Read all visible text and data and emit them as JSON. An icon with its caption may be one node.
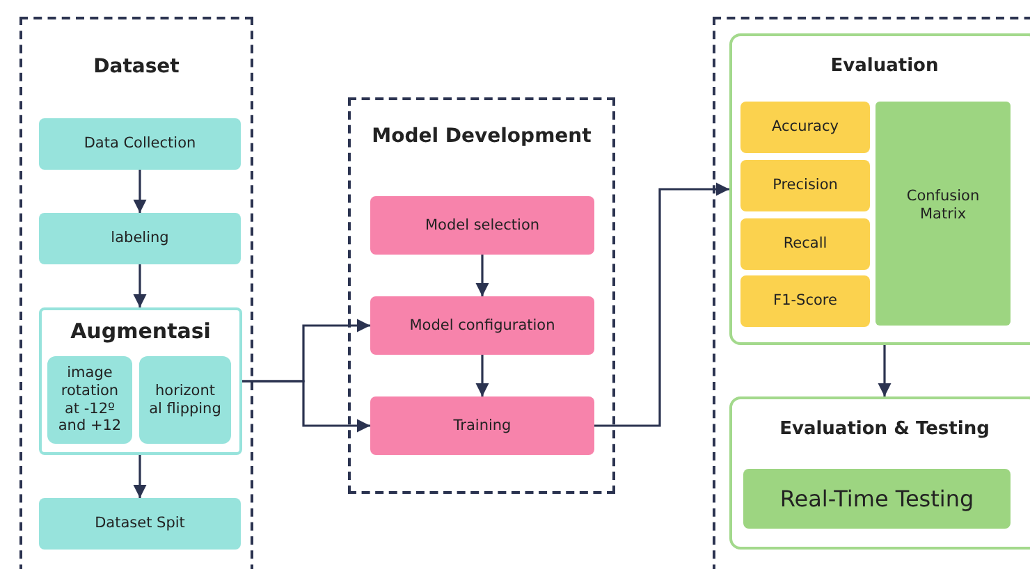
{
  "diagram": {
    "nodes": [
      {
        "text": [
          "Dataset"
        ]
      },
      {
        "text": [
          "Data Collection"
        ],
        "in": 0
      },
      {
        "text": [
          "labeling"
        ],
        "in": 0
      },
      {
        "text": [
          "Augmentasi"
        ],
        "in": 0
      },
      {
        "text": [
          "image rotation at -12º and +12"
        ],
        "in": 3
      },
      {
        "text": [
          "horizont al flipping"
        ],
        "in": 3
      },
      {
        "text": [
          "Dataset Spit"
        ],
        "in": 0
      },
      {
        "text": [
          "Model Development"
        ]
      },
      {
        "text": [
          "Model selection"
        ],
        "in": 7
      },
      {
        "text": [
          "Model configuration"
        ],
        "in": 7
      },
      {
        "text": [
          "Training"
        ],
        "in": 7
      },
      {
        "text": [],
        "shape": "box"
      },
      {
        "text": [
          "Evaluation"
        ],
        "in": 11
      },
      {
        "text": [
          "Accuracy"
        ],
        "in": 12
      },
      {
        "text": [
          "Precision"
        ],
        "in": 12
      },
      {
        "text": [
          "Recall"
        ],
        "in": 12
      },
      {
        "text": [
          "F1-Score"
        ],
        "in": 12
      },
      {
        "text": [
          "Confusion Matrix"
        ],
        "in": 12
      },
      {
        "text": [
          "Evaluation & Testing"
        ],
        "in": 11
      },
      {
        "text": [
          "Real-Time Testing"
        ],
        "in": 18
      }
    ],
    "edges": [
      {
        "from": 1,
        "to": 2,
        "arrow": "to"
      },
      {
        "from": 2,
        "to": 3,
        "arrow": "to"
      },
      {
        "from": 3,
        "to": 6,
        "arrow": "to"
      },
      {
        "from": 3,
        "to": 9,
        "arrow": "to"
      },
      {
        "from": 3,
        "to": 10,
        "arrow": "to"
      },
      {
        "from": 8,
        "to": 9,
        "arrow": "to"
      },
      {
        "from": 9,
        "to": 10,
        "arrow": "to"
      },
      {
        "from": 10,
        "to": 12,
        "arrow": "to"
      },
      {
        "from": 12,
        "to": 18,
        "arrow": "to"
      }
    ]
  }
}
